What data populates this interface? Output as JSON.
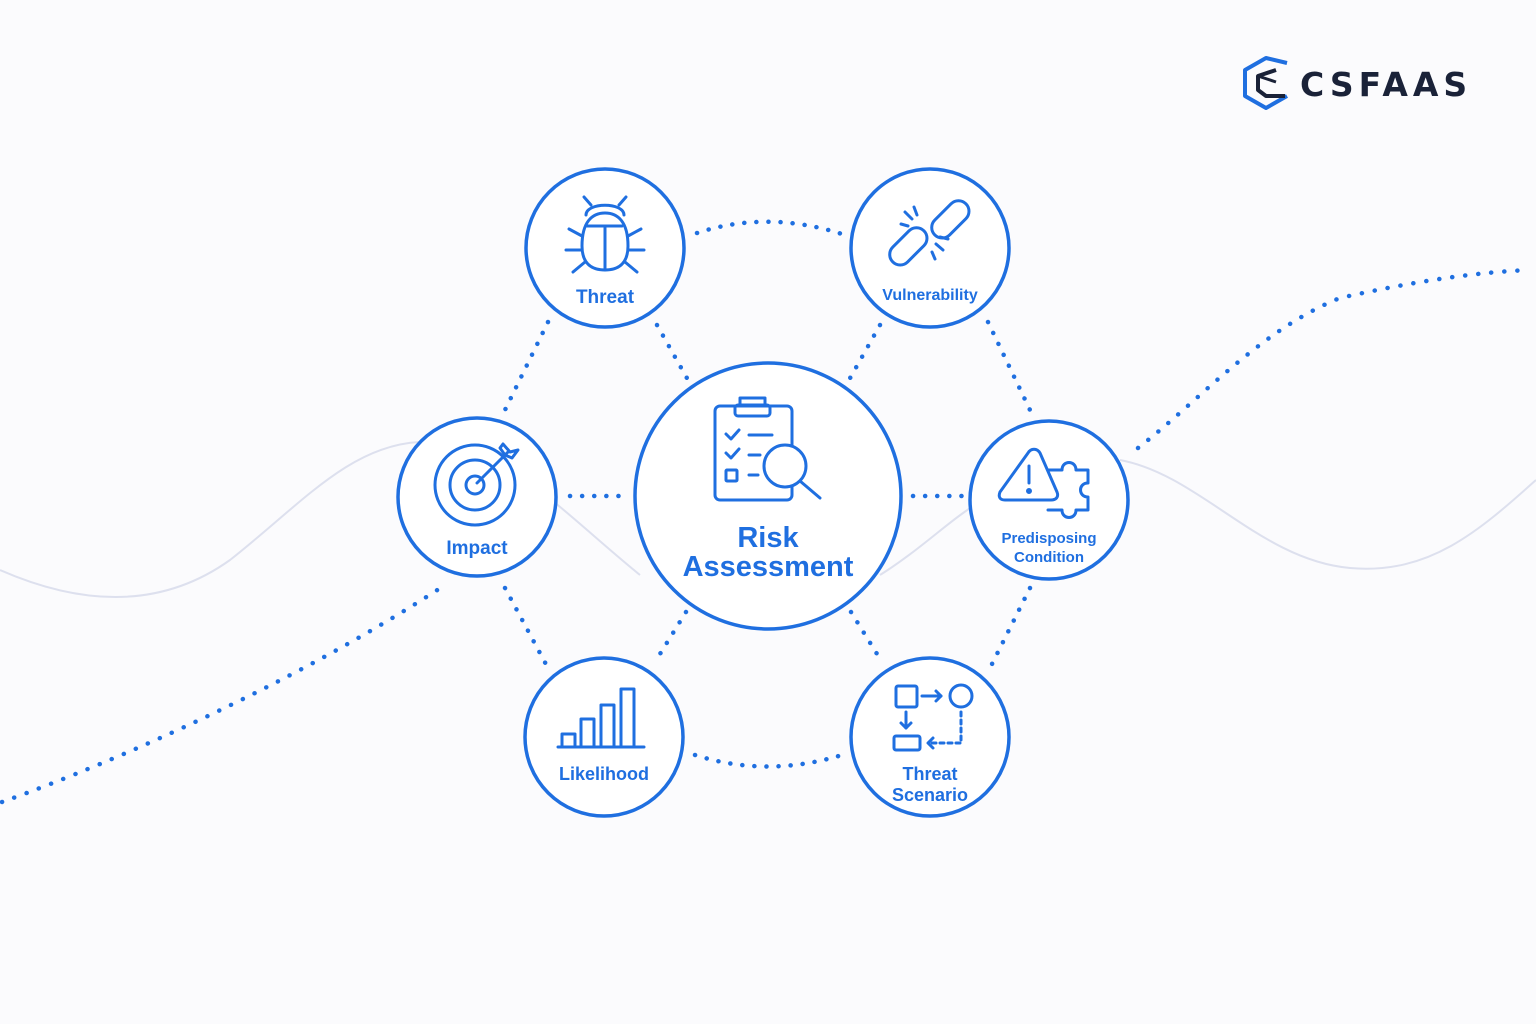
{
  "brand": {
    "name": "CSFAAS",
    "icon": "hexagon-logo-icon"
  },
  "colors": {
    "accent": "#1f6fe0",
    "brand_text": "#1a2238",
    "background": "#fbfbfd",
    "wave": "#dde0ee"
  },
  "center": {
    "line1": "Risk",
    "line2": "Assessment",
    "icon": "clipboard-search-icon"
  },
  "nodes": {
    "threat": {
      "label": "Threat",
      "icon": "bug-icon"
    },
    "vulnerability": {
      "label": "Vulnerability",
      "icon": "broken-link-icon"
    },
    "impact": {
      "label": "Impact",
      "icon": "target-icon"
    },
    "predisposing": {
      "line1": "Predisposing",
      "line2": "Condition",
      "icon": "warning-puzzle-icon"
    },
    "likelihood": {
      "label": "Likelihood",
      "icon": "bar-chart-icon"
    },
    "scenario": {
      "line1": "Threat",
      "line2": "Scenario",
      "icon": "flow-diagram-icon"
    }
  }
}
